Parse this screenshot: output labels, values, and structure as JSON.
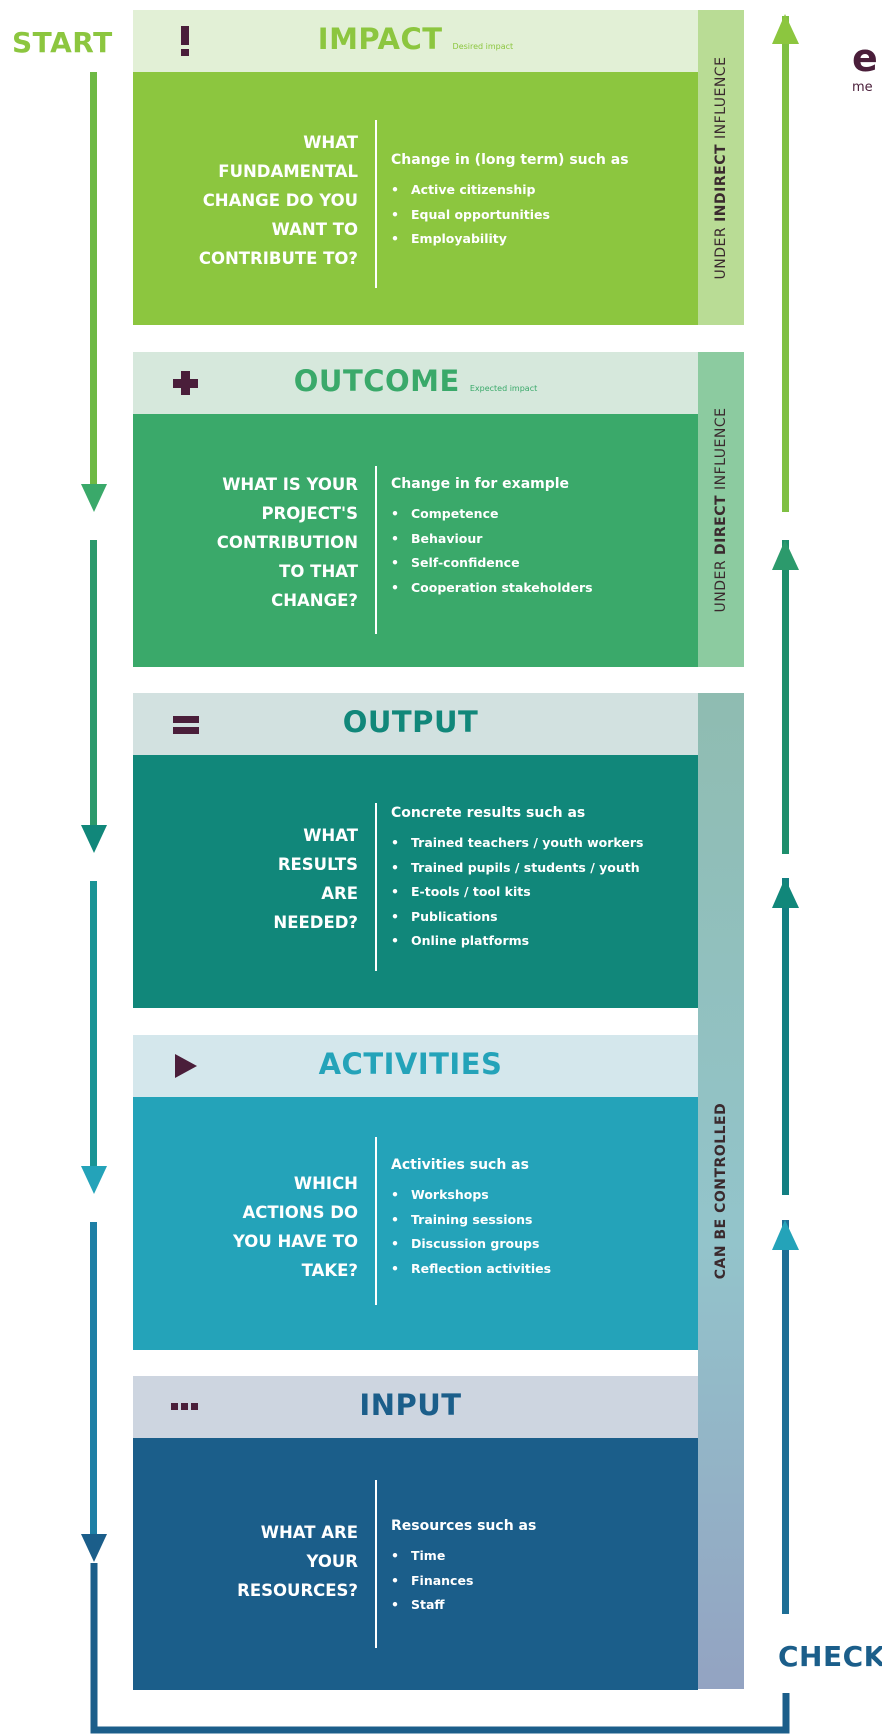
{
  "flow": {
    "start_label": "START",
    "check_label": "CHECK"
  },
  "logo": {
    "text": "e",
    "subtext": "me"
  },
  "colors": {
    "impact": "#8cc63f",
    "outcome": "#3aa96a",
    "output": "#11877a",
    "activities": "#24a3b9",
    "input": "#1b5e8a",
    "symbol": "#4a1e3a"
  },
  "sidebars": {
    "indirect": {
      "prefix": "UNDER ",
      "strong": "INDIRECT",
      "suffix": " INFLUENCE"
    },
    "direct": {
      "prefix": "UNDER ",
      "strong": "DIRECT",
      "suffix": " INFLUENCE"
    },
    "controlled": {
      "text": "CAN BE CONTROLLED"
    }
  },
  "levels": [
    {
      "title": "IMPACT",
      "subtitle": "Desired impact",
      "symbol": "exclamation-icon",
      "question": "WHAT FUNDAMENTAL CHANGE DO YOU WANT TO CONTRIBUTE TO?",
      "content_title": "Change in (long term) such as",
      "items": [
        "Active citizenship",
        "Equal opportunities",
        "Employability"
      ]
    },
    {
      "title": "OUTCOME",
      "subtitle": "Expected impact",
      "symbol": "plus-icon",
      "question": "WHAT IS YOUR PROJECT'S CONTRIBUTION TO THAT CHANGE?",
      "content_title": "Change in for example",
      "items": [
        "Competence",
        "Behaviour",
        "Self-confidence",
        "Cooperation stakeholders"
      ]
    },
    {
      "title": "OUTPUT",
      "subtitle": "",
      "symbol": "equals-icon",
      "question": "WHAT RESULTS ARE NEEDED?",
      "content_title": "Concrete results such as",
      "items": [
        "Trained teachers / youth workers",
        "Trained pupils / students / youth",
        "E-tools / tool kits",
        "Publications",
        "Online platforms"
      ]
    },
    {
      "title": "ACTIVITIES",
      "subtitle": "",
      "symbol": "play-icon",
      "question": "WHICH ACTIONS DO YOU HAVE TO TAKE?",
      "content_title": "Activities such as",
      "items": [
        "Workshops",
        "Training sessions",
        "Discussion groups",
        "Reflection activities"
      ]
    },
    {
      "title": "INPUT",
      "subtitle": "",
      "symbol": "ellipsis-icon",
      "question": "WHAT ARE YOUR RESOURCES?",
      "content_title": "Resources such as",
      "items": [
        "Time",
        "Finances",
        "Staff"
      ]
    }
  ]
}
